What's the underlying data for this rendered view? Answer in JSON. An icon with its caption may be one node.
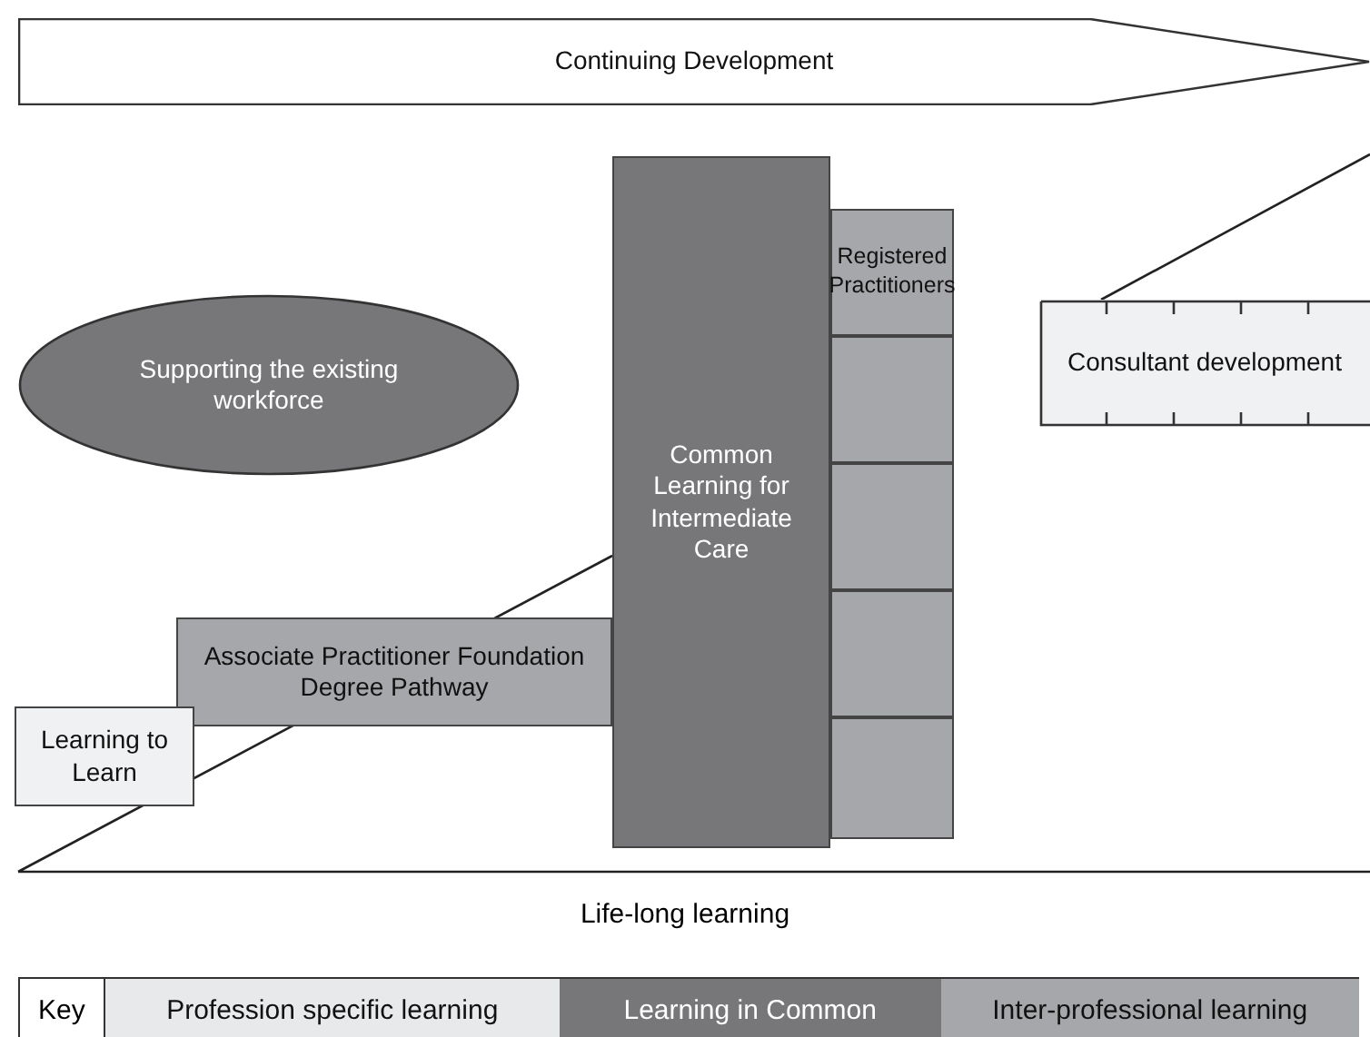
{
  "diagram": {
    "nodes": [
      {
        "text": [
          "Continuing Development"
        ]
      },
      {
        "text": [
          "Supporting the existing workforce"
        ]
      },
      {
        "text": [
          "Common Learning for Intermediate Care"
        ]
      },
      {
        "text": [
          "Registered Practitioners"
        ]
      },
      {
        "text": [],
        "shape": "box"
      },
      {
        "text": [],
        "shape": "box"
      },
      {
        "text": [],
        "shape": "box"
      },
      {
        "text": [],
        "shape": "box"
      },
      {
        "text": [
          "Consultant development"
        ]
      },
      {
        "text": [
          "Associate Practitioner Foundation Degree Pathway"
        ]
      },
      {
        "text": [
          "Learning to Learn"
        ]
      }
    ],
    "edges": [],
    "labels": [
      "Life-long learning",
      "Key"
    ],
    "legend": [
      {
        "text": "Profession specific learning",
        "color": "#e8e9eb"
      },
      {
        "text": "Learning in Common",
        "color": "#77777a"
      },
      {
        "text": "Inter-professional learning",
        "color": "#a6a7aa"
      }
    ]
  }
}
